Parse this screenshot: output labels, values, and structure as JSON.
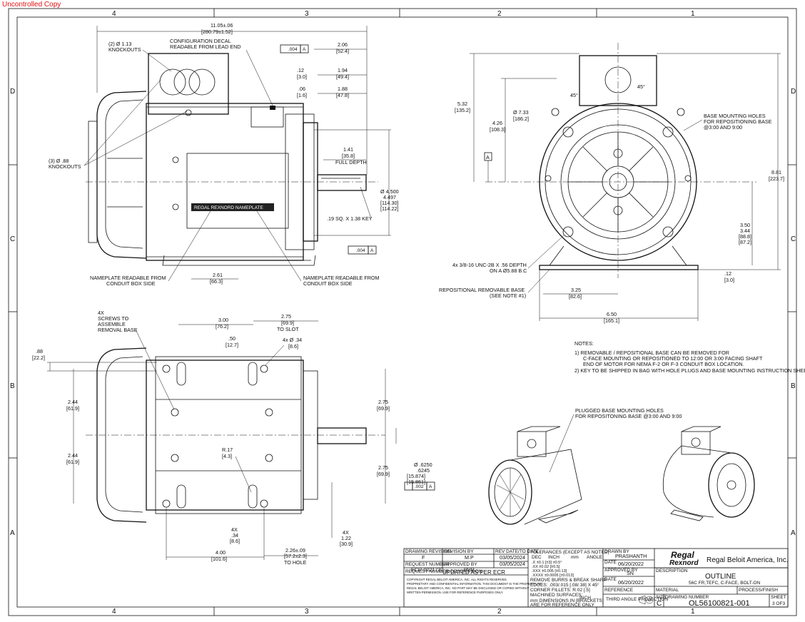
{
  "stamp": "Uncontrolled Copy",
  "zones": {
    "cols": [
      "4",
      "3",
      "2",
      "1"
    ],
    "rows": [
      "D",
      "C",
      "B",
      "A"
    ]
  },
  "side_view": {
    "overall": "11.05±.06",
    "overall_mm": "[280.79±1.52]",
    "knockouts_top": "(2) Ø 1.13",
    "knockouts_top2": "KNOCKOUTS",
    "decal1": "CONFIGURATION DECAL",
    "decal2": "READABLE FROM LEAD END",
    "tol_tl": ".004",
    "datum_a": "A",
    "d206": "2.06",
    "d206mm": "[52.4]",
    "d12": ".12",
    "d12mm": "[3.0]",
    "d194": "1.94",
    "d194mm": "[49.4]",
    "d06": ".06",
    "d06mm": "[1.6]",
    "d188": "1.88",
    "d188mm": "[47.8]",
    "d141": "1.41",
    "d141mm": "[35.8]",
    "fulldepth": "FULL DEPTH",
    "knockouts_side": "(3) Ø .88",
    "knockouts_side2": "KNOCKOUTS",
    "d4500": "Ø 4.500",
    "d4497": "4.497",
    "d4500mm": "[114.30]",
    "d4497mm": "[114.22]",
    "key": ".19 SQ. X 1.38 KEY",
    "tol_bl": ".004",
    "np_left1": "NAMEPLATE READABLE FROM",
    "np_left2": "CONDUIT BOX SIDE",
    "d261": "2.61",
    "d261mm": "[66.3]",
    "np_right1": "NAMEPLATE READABLE FROM",
    "np_right2": "CONDUIT BOX SIDE",
    "plate": "REGAL REXNORD NAMEPLATE"
  },
  "end_view": {
    "d532": "5.32",
    "d532mm": "[135.2]",
    "d426": "4.26",
    "d426mm": "[108.3]",
    "d733": "Ø 7.33",
    "d733mm": "[186.2]",
    "a45a": "45°",
    "a45b": "45°",
    "holes1": "BASE MOUNTING HOLES",
    "holes2": "FOR REPOSITIONING BASE",
    "holes3": "@3:00 AND 9:00",
    "d881": "8.81",
    "d881mm": "[223.7]",
    "d350": "3.50",
    "d344": "3.44",
    "d350mm": "[88.8]",
    "d344mm": "[87.2]",
    "tap1": "4x 3/8-16 UNC-2B X .56 DEPTH",
    "tap2": "ON A Ø5.88 B.C",
    "d12": ".12",
    "d12mm": "[3.0]",
    "base1": "REPOSITIONAL REMOVABLE BASE",
    "base2": "(SEE NOTE #1)",
    "d325": "3.25",
    "d325mm": "[82.6]",
    "d650": "6.50",
    "d650mm": "[165.1]",
    "datum": "A"
  },
  "bottom_view": {
    "screws1": "4X",
    "screws2": "SCREWS TO",
    "screws3": "ASSEMBLE",
    "screws4": "REMOVAL BASE",
    "d300": "3.00",
    "d300mm": "[76.2]",
    "d275": "2.75",
    "d275mm": "[69.9]",
    "toslot": "TO SLOT",
    "d50": ".50",
    "d50mm": "[12.7]",
    "d34": "4x Ø .34",
    "d34mm": "[8.6]",
    "d88": ".88",
    "d88mm": "[22.2]",
    "d244a": "2.44",
    "d244amm": "[61.9]",
    "d244b": "2.44",
    "d244bmm": "[61.9]",
    "d275r": "2.75",
    "d275rmm": "[69.9]",
    "d275r2": "2.75",
    "d275r2mm": "[69.9]",
    "r17": "R.17",
    "r17mm": "[4.3]",
    "shaft1": "Ø .6250",
    "shaft2": ".6245",
    "shaft1mm": "[15.874]",
    "shaft2mm": "[15.861]",
    "tol": ".002",
    "tolA": "A",
    "x4a": "4X",
    "x4av": ".34",
    "x4amm": "[8.6]",
    "x4b": "4X",
    "x4bv": "1.22",
    "x4bmm": "[30.9]",
    "d400": "4.00",
    "d400mm": "[101.6]",
    "d226": "2.26±.09",
    "d226mm": "[57.2±2.3]",
    "tohole": "TO HOLE"
  },
  "notes": {
    "title": "NOTES:",
    "n1a": "1)   REMOVABLE / REPOSITIONAL BASE CAN BE REMOVED FOR",
    "n1b": "C-FACE MOUNTING OR REPOSITIONED TO 12:00 OR 3:00 FACING SHAFT",
    "n1c": "END OF MOTOR FOR NEMA F-2 OR F-3 CONDUIT BOX LOCATION.",
    "n2": "2)   KEY TO BE SHIPPED IN BAG WITH HOLE PLUGS AND BASE MOUNTING INSTRUCTION SHEET."
  },
  "iso": {
    "plug1": "PLUGGED BASE MOUNTING HOLES",
    "plug2": "FOR REPOSITONING BASE @3:00 AND 9:00"
  },
  "title_block": {
    "h_rev": "DRAWING REVISION",
    "h_revby": "REVISION BY",
    "h_revdate": "REV DATE/TO DATE",
    "rev": "F",
    "revby": "M.P",
    "revdate": "03/05/2024",
    "h_req": "REQUEST NUMBER",
    "h_appr": "APPROVED BY",
    "req": "ECR-0221732",
    "appr": "PVR",
    "apprdate": "03/05/2024",
    "h_reqdesc": "REQUEST NUMBER DESCRIPTION",
    "reqdesc": "UPDATED AS PER ECR",
    "legal1": "COPYRIGHT REGAL BELOIT AMERICA, INC. ALL RIGHTS RESERVED.",
    "legal2": "PROPRIETARY AND CONFIDENTIAL INFORMATION. THIS DOCUMENT IS THE PROPERTY OF",
    "legal3": "REGAL BELOIT AMERICA, INC. NO PART MAY BE DISCLOSED OR COPIED WITHOUT",
    "legal4": "WRITTEN PERMISSION. USE FOR REFERENCE PURPOSES ONLY.",
    "tol_title": "TOLERANCES (EXCEPT AS NOTED)",
    "tol_h1": "DEC",
    "tol_h2": "INCH",
    "tol_h3": "mm",
    "tol_h4": "ANGLE",
    "tol_r1": ".X      ±0.1      [±3]     ±0.5°",
    "tol_r2": ".XX     ±0.02     [±0.5]",
    "tol_r3": ".XXX   ±0.005   [±0.13]",
    "tol_r4": ".XXXX  ±0.0005 [±0.013]",
    "burrs": "REMOVE BURRS & BREAK SHARP",
    "edges": "EDGES: .003/.015 [.08/.38] X 45°",
    "fillets": "CORNER FILLETS: R.02 [.5]",
    "mach": "MACHINED SURFACES:",
    "units": "INCH",
    "mmdim": "mm DIMENSIONS IN [BRACKETS]",
    "ref": "ARE FOR REFERENCE ONLY",
    "h_drawn": "DRAWN BY",
    "drawn": "PRASHANTH",
    "h_date": "DATE",
    "date": "06/20/2022",
    "h_appr2": "APPROVED BY",
    "appr2": "SN",
    "h_date2": "DATE",
    "date2": "06/20/2022",
    "h_refc": "REFERENCE",
    "h_proj": "THIRD ANGLE PROJECTION",
    "logo1": "Regal",
    "logo2": "Rexnord",
    "company": "Regal Beloit America, Inc.",
    "h_desc": "DESCRIPTION",
    "desc": "OUTLINE",
    "desc2": "56C FR,TEFC, C-FACE, BOLT-ON",
    "h_mat": "MATERIAL",
    "h_proc": "PROCESS/FINISH",
    "h_size": "SIZE",
    "size": "C",
    "h_dwg": "DRAWING NUMBER",
    "dwg": "OL56100821-001",
    "h_sheet": "SHEET",
    "sheet": "3 OF3"
  }
}
